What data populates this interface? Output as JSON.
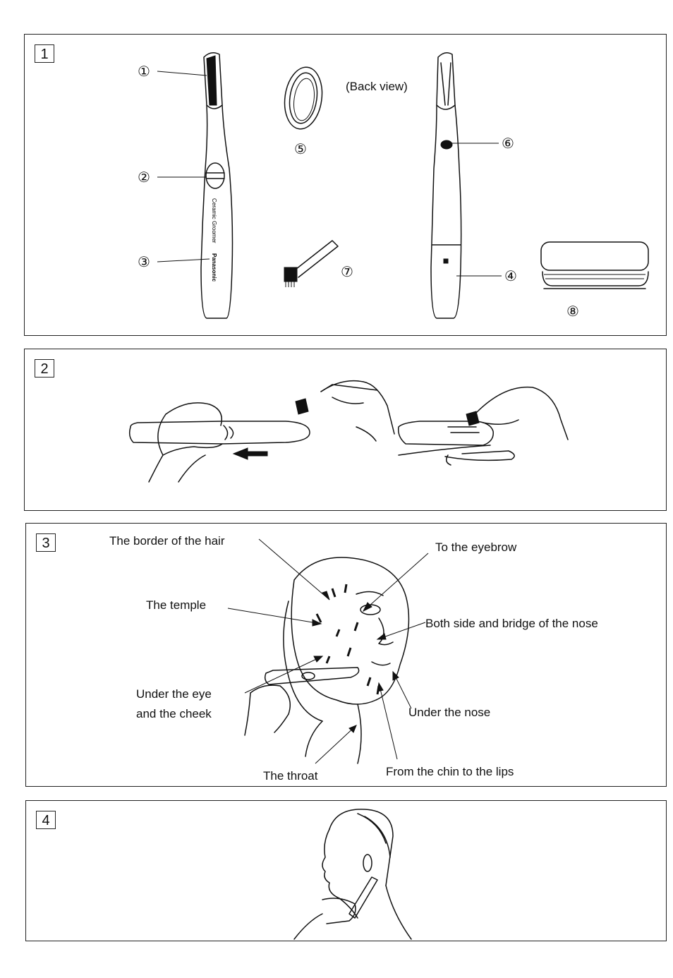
{
  "panels": [
    {
      "number": "1"
    },
    {
      "number": "2"
    },
    {
      "number": "3"
    },
    {
      "number": "4"
    }
  ],
  "panel1": {
    "callouts": [
      "①",
      "②",
      "③",
      "④",
      "⑤",
      "⑥",
      "⑦",
      "⑧"
    ],
    "back_view_label": "(Back view)",
    "handle_text_1": "Ceramic Groomer",
    "handle_text_2": "Panasonic"
  },
  "panel3": {
    "labels": {
      "border_of_hair": "The border of the hair",
      "to_eyebrow": "To the eyebrow",
      "temple": "The temple",
      "nose_sides": "Both side and bridge of the nose",
      "under_eye_1": "Under the eye",
      "under_eye_2": "and the cheek",
      "under_nose": "Under the nose",
      "throat": "The throat",
      "chin_lips": "From the chin to the lips"
    }
  }
}
